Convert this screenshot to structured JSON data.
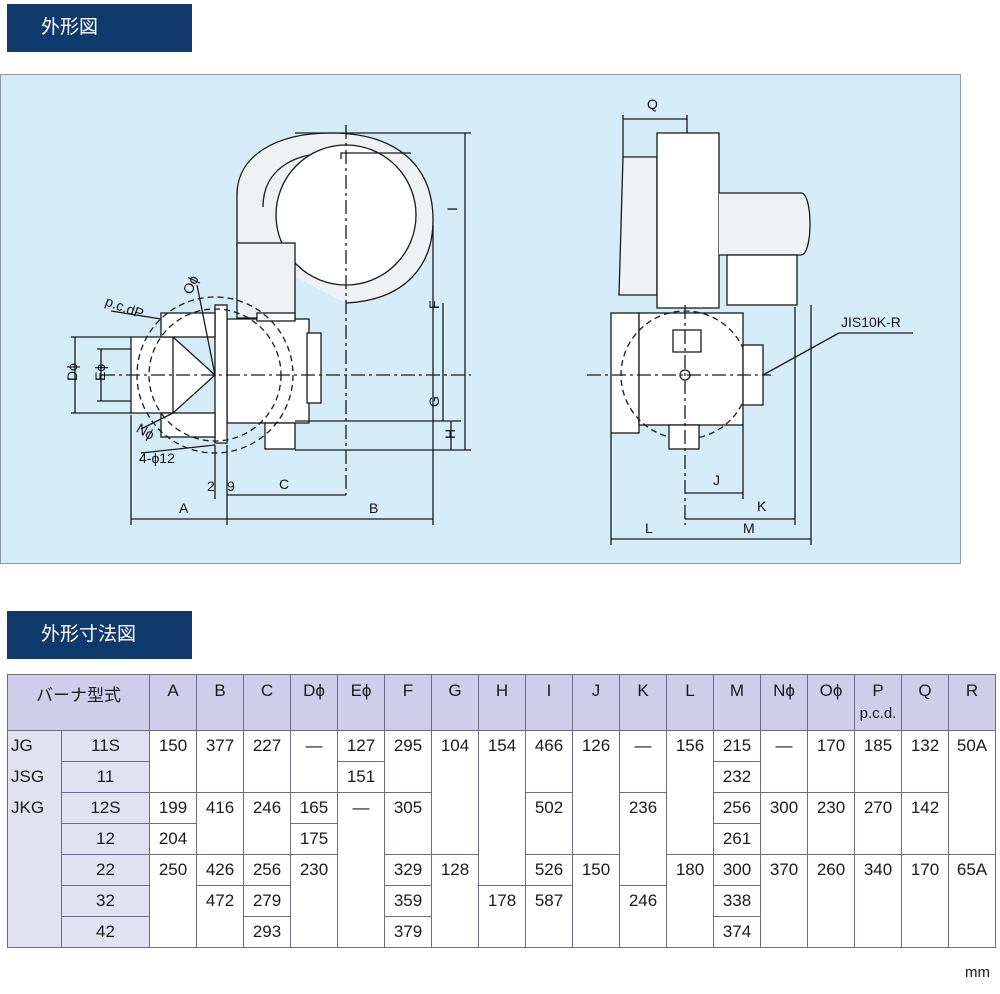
{
  "headers": {
    "outline": "外形図",
    "dimensions": "外形寸法図"
  },
  "drawing": {
    "labels": {
      "A": "A",
      "B": "B",
      "C": "C",
      "D": "Dϕ",
      "E": "Eϕ",
      "F": "F",
      "G": "G",
      "H": "H",
      "I": "I",
      "J": "J",
      "K": "K",
      "L": "L",
      "M": "M",
      "N": "Nϕ",
      "O": "Oϕ",
      "P": "p.c.dP",
      "Q": "Q",
      "holes": "4-ϕ12",
      "n2": "2",
      "n9": "9",
      "flange": "JIS10K-R"
    }
  },
  "table": {
    "head": {
      "model": "バーナ型式",
      "cols": [
        "A",
        "B",
        "C",
        "Dϕ",
        "Eϕ",
        "F",
        "G",
        "H",
        "I",
        "J",
        "K",
        "L",
        "M",
        "Nϕ",
        "Oϕ",
        "P",
        "Q",
        "R"
      ],
      "p_sub": "p.c.d."
    },
    "series": [
      "JG",
      "JSG",
      "JKG"
    ],
    "models": [
      "11S",
      "11",
      "12S",
      "12",
      "22",
      "32",
      "42"
    ],
    "cells": {
      "A": [
        "150",
        "199",
        "204",
        "250"
      ],
      "B": [
        "377",
        "416",
        "426",
        "472"
      ],
      "C": [
        "227",
        "246",
        "256",
        "279",
        "293"
      ],
      "D": [
        "—",
        "165",
        "175",
        "230"
      ],
      "E": [
        "127",
        "151",
        "—"
      ],
      "F": [
        "295",
        "305",
        "329",
        "359",
        "379"
      ],
      "G": [
        "104",
        "128"
      ],
      "H": [
        "154",
        "178"
      ],
      "I": [
        "466",
        "502",
        "526",
        "587"
      ],
      "J": [
        "126",
        "150"
      ],
      "K": [
        "—",
        "236",
        "246"
      ],
      "L": [
        "156",
        "180"
      ],
      "M": [
        "215",
        "232",
        "256",
        "261",
        "300",
        "338",
        "374"
      ],
      "N": [
        "—",
        "300",
        "370"
      ],
      "O": [
        "170",
        "230",
        "260"
      ],
      "P": [
        "185",
        "270",
        "340"
      ],
      "Q": [
        "132",
        "142",
        "170"
      ],
      "R": [
        "50A",
        "65A"
      ]
    },
    "unit": "mm"
  }
}
